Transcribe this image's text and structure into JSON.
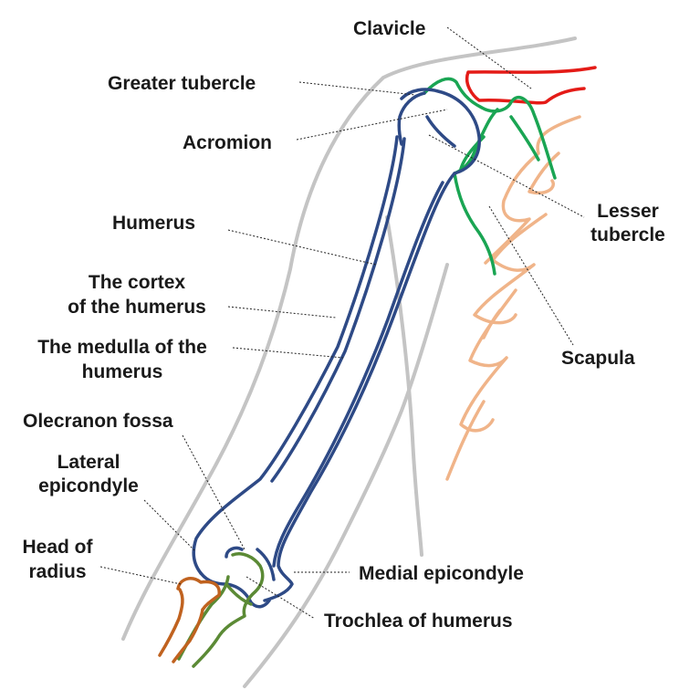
{
  "labels": {
    "clavicle": "Clavicle",
    "greater_tubercle": "Greater tubercle",
    "acromion": "Acromion",
    "humerus": "Humerus",
    "cortex_line1": "The cortex",
    "cortex_line2": "of the humerus",
    "medulla_line1": "The medulla of the",
    "medulla_line2": "humerus",
    "olecranon_fossa": "Olecranon fossa",
    "lateral_epicondyle_line1": "Lateral",
    "lateral_epicondyle_line2": "epicondyle",
    "head_of_radius_line1": "Head of",
    "head_of_radius_line2": "radius",
    "lesser_tubercle_line1": "Lesser",
    "lesser_tubercle_line2": "tubercle",
    "scapula": "Scapula",
    "medial_epicondyle": "Medial epicondyle",
    "trochlea": "Trochlea of humerus"
  },
  "colors": {
    "humerus": "#2e4a86",
    "clavicle": "#e41b17",
    "acromion_scapula_spine": "#1aa553",
    "scapula_body": "#f0b489",
    "radius": "#c0621f",
    "ulna": "#5b8a35",
    "arm_outline": "#c4c4c4",
    "label_text": "#1a1a1a"
  }
}
